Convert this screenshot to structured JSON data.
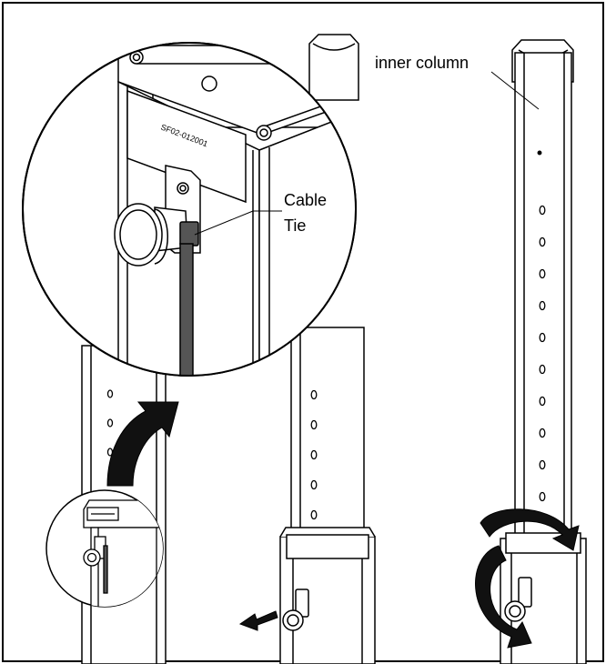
{
  "labels": {
    "inner_column": "inner column",
    "cable_line1": "Cable",
    "cable_line2": "Tie",
    "sticker_code": "SF02-012001"
  },
  "colors": {
    "stroke": "#000000",
    "background": "#ffffff",
    "arrow_fill": "#111111",
    "tie_fill": "#555555",
    "hole": "#ffffff"
  }
}
